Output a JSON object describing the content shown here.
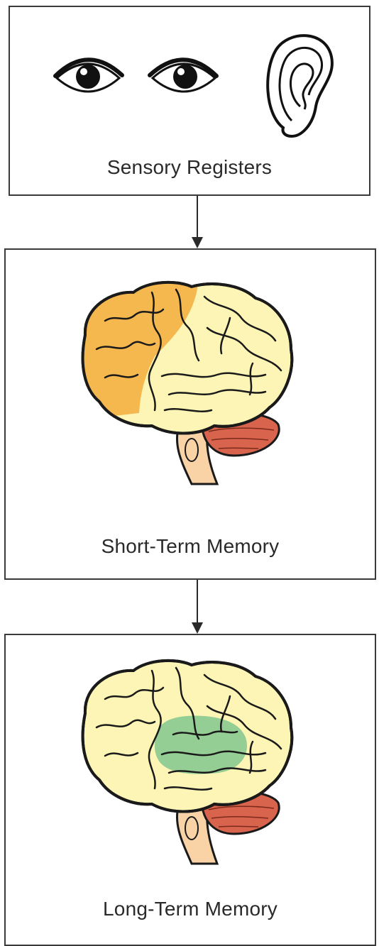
{
  "stages": [
    {
      "id": "sensory",
      "label": "Sensory Registers"
    },
    {
      "id": "stm",
      "label": "Short-Term Memory"
    },
    {
      "id": "ltm",
      "label": "Long-Term Memory"
    }
  ],
  "colors": {
    "border": "#3a3a3a",
    "brain_base": "#fdf5b5",
    "frontal_highlight": "#f5b84e",
    "temporal_highlight": "#8ecb92",
    "cerebellum": "#d9644d",
    "brainstem": "#f9d3a6",
    "outline": "#1a1a1a"
  },
  "icons": [
    "eye-icon",
    "eye-icon",
    "ear-icon",
    "brain-icon",
    "brain-icon"
  ]
}
